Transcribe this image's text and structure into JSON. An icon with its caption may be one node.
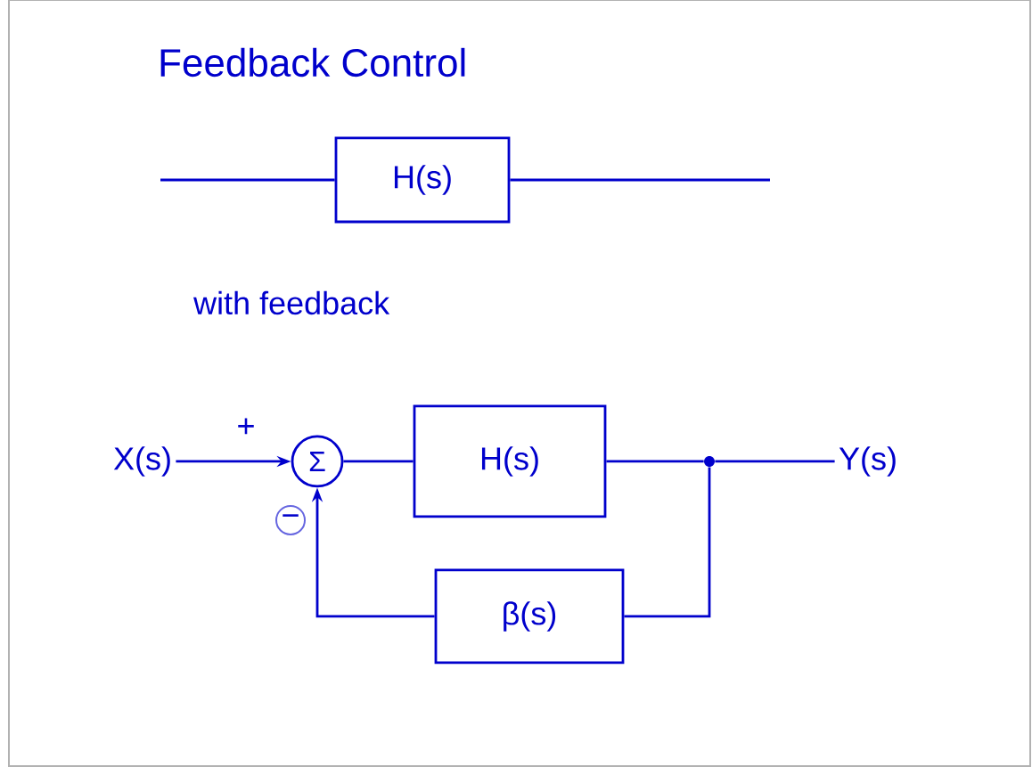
{
  "diagram": {
    "title": "Feedback Control",
    "nodes": [
      {
        "text": [
          "H(s)"
        ]
      },
      {
        "text": [
          "X(s)"
        ]
      },
      {
        "text": [
          "Σ"
        ]
      },
      {
        "text": [
          "H(s)"
        ]
      },
      {
        "text": [
          "Y(s)"
        ]
      },
      {
        "text": [
          "β(s)"
        ]
      },
      {
        "text": [],
        "shape": "dot"
      }
    ],
    "edges": [
      {
        "from": null,
        "to": 0,
        "arrow": "none"
      },
      {
        "from": 0,
        "to": null,
        "arrow": "none"
      },
      {
        "from": 1,
        "to": 2,
        "arrow": "to",
        "label": "+"
      },
      {
        "from": 2,
        "to": 3,
        "arrow": "none"
      },
      {
        "from": 3,
        "to": 6,
        "arrow": "none"
      },
      {
        "from": 6,
        "to": 4,
        "arrow": "none"
      },
      {
        "from": 6,
        "to": 5,
        "arrow": "none"
      },
      {
        "from": 5,
        "to": 2,
        "arrow": "to",
        "label": "−"
      }
    ],
    "labels": [
      "with feedback"
    ]
  }
}
